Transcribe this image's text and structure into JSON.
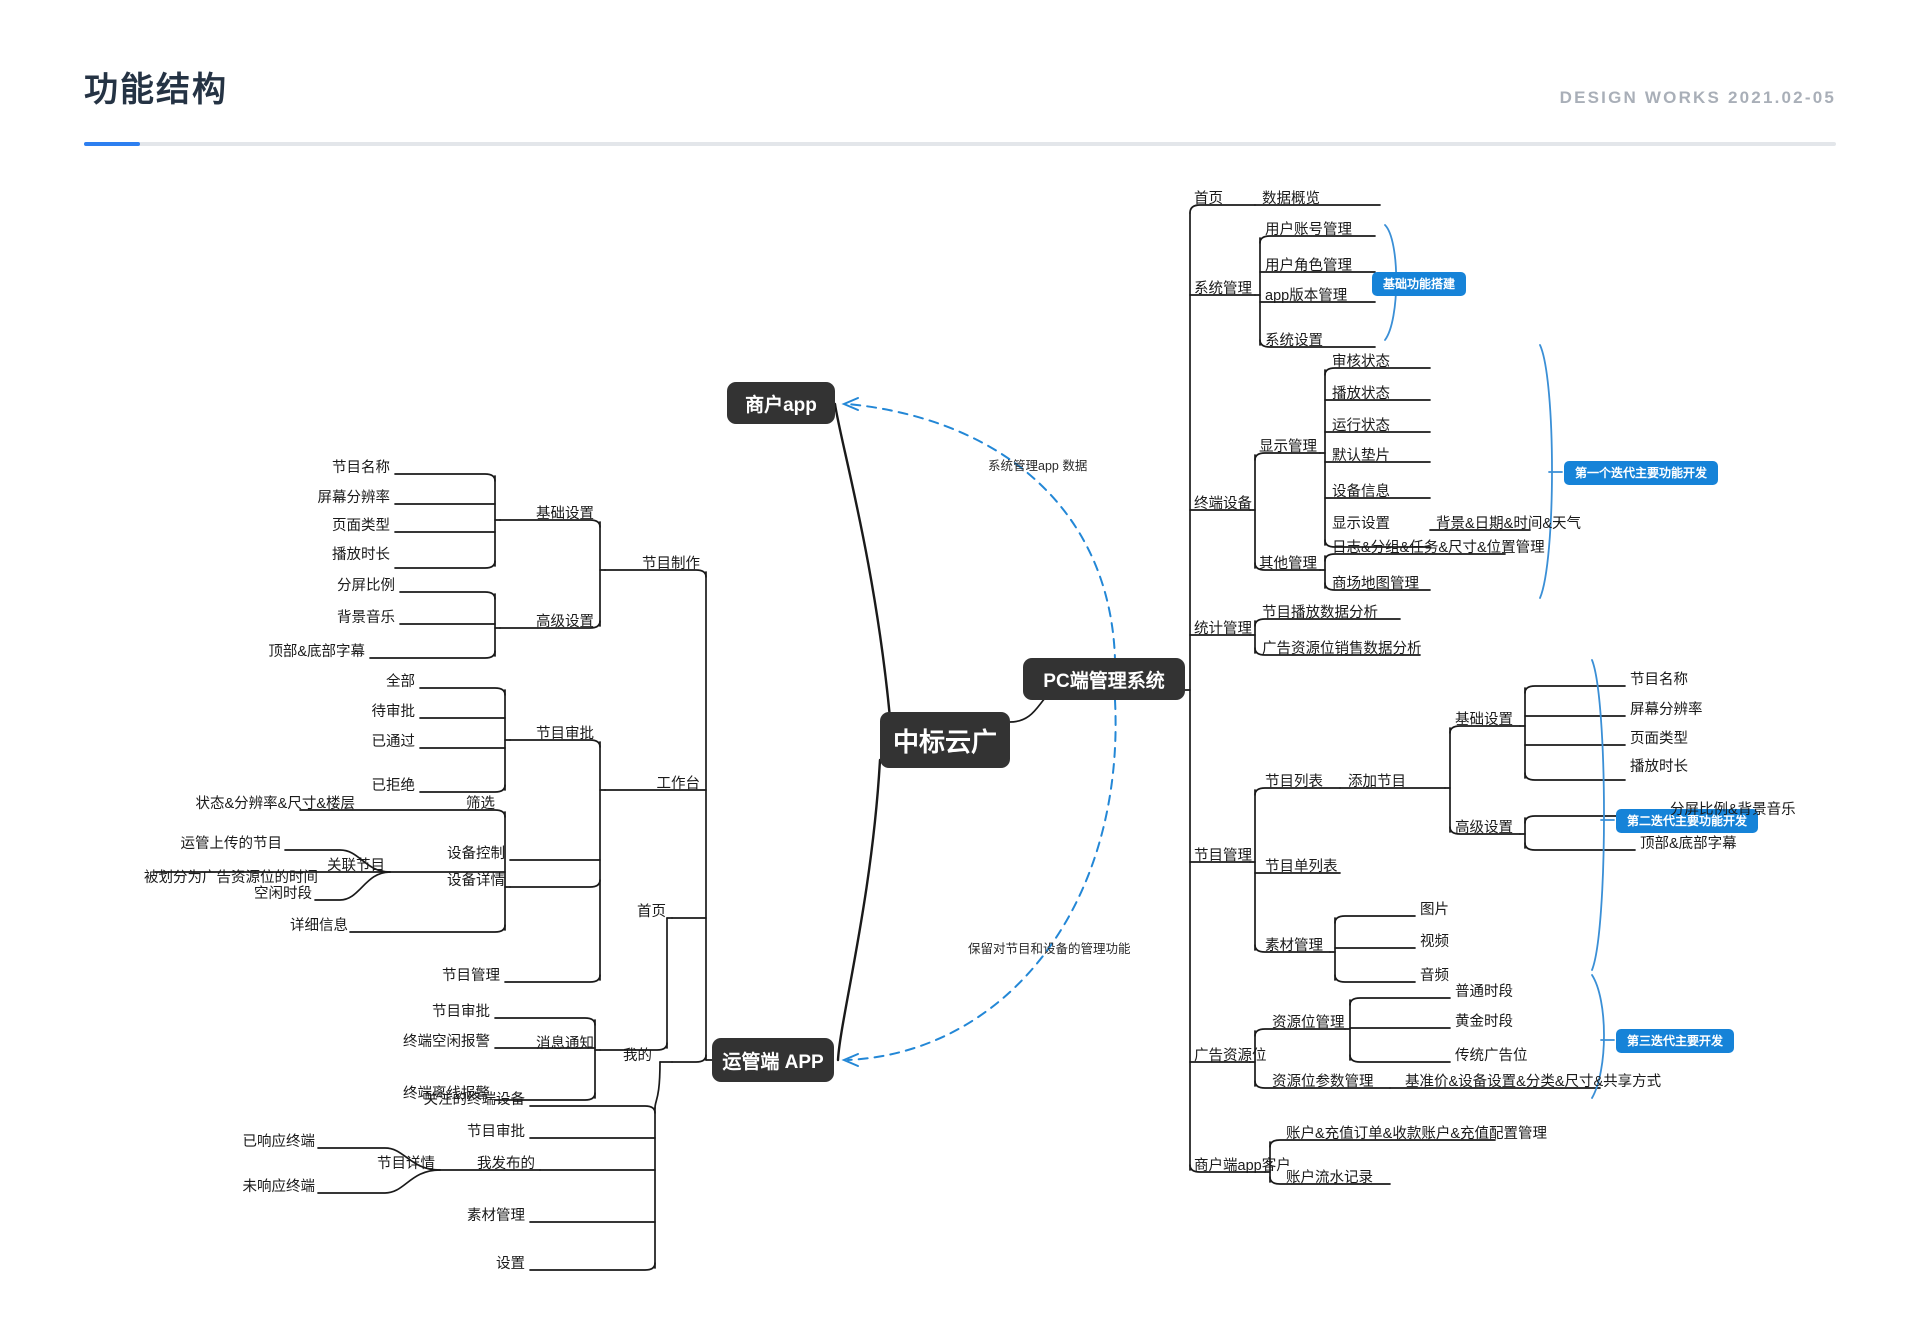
{
  "header": {
    "title": "功能结构",
    "right_label": "DESIGN WORKS 2021.02-05",
    "accent_color": "#2d7ff0",
    "title_color": "#253344"
  },
  "nodes": {
    "root": "中标云广",
    "pc": "PC端管理系统",
    "merchant_app": "商户app",
    "ops_app": "运管端 APP"
  },
  "connector_labels": {
    "top": "系统管理app 数据",
    "bottom": "保留对节目和设备的管理功能"
  },
  "badges": [
    {
      "text": "基础功能搭建"
    },
    {
      "text": "第一个迭代主要功能开发"
    },
    {
      "text": "第二迭代主要功能开发"
    },
    {
      "text": "第三迭代主要开发"
    }
  ],
  "pc_branch": {
    "home": {
      "label": "首页",
      "children": [
        "数据概览"
      ]
    },
    "system": {
      "label": "系统管理",
      "children": [
        "用户账号管理",
        "用户角色管理",
        "app版本管理",
        "系统设置"
      ]
    },
    "terminal": {
      "label": "终端设备",
      "groups": [
        {
          "label": "显示管理",
          "children": [
            "审核状态",
            "播放状态",
            "运行状态",
            "默认垫片",
            "设备信息",
            "显示设置"
          ],
          "detail": "背景&日期&时间&天气"
        },
        {
          "label": "其他管理",
          "children": [
            "日志&分组&任务&尺寸&位置管理",
            "商场地图管理"
          ]
        }
      ]
    },
    "stats": {
      "label": "统计管理",
      "children": [
        "节目播放数据分析",
        "广告资源位销售数据分析"
      ]
    },
    "program": {
      "label": "节目管理",
      "items": [
        {
          "label": "节目列表",
          "sub": "添加节目",
          "groups": [
            {
              "label": "基础设置",
              "children": [
                "节目名称",
                "屏幕分辨率",
                "页面类型",
                "播放时长"
              ]
            },
            {
              "label": "高级设置",
              "children": [
                "分屏比例&背景音乐",
                "顶部&底部字幕"
              ]
            }
          ]
        },
        {
          "label": "节目单列表"
        },
        {
          "label": "素材管理",
          "children": [
            "图片",
            "视频",
            "音频"
          ]
        }
      ]
    },
    "ads": {
      "label": "广告资源位",
      "groups": [
        {
          "label": "资源位管理",
          "children": [
            "普通时段",
            "黄金时段",
            "传统广告位"
          ]
        },
        {
          "label": "资源位参数管理",
          "detail": "基准价&设备设置&分类&尺寸&共享方式"
        }
      ]
    },
    "merchant_client": {
      "label": "商户端app客户",
      "children": [
        "账户&充值订单&收款账户&充值配置管理",
        "账户流水记录"
      ]
    }
  },
  "ops_branch": {
    "program_make": {
      "label": "节目制作",
      "groups": [
        {
          "label": "基础设置",
          "children": [
            "节目名称",
            "屏幕分辨率",
            "页面类型",
            "播放时长"
          ]
        },
        {
          "label": "高级设置",
          "children": [
            "分屏比例",
            "背景音乐",
            "顶部&底部字幕"
          ]
        }
      ]
    },
    "workbench": {
      "label": "工作台",
      "items": [
        {
          "label": "节目审批",
          "children": [
            "全部",
            "待审批",
            "已通过",
            "已拒绝"
          ]
        },
        {
          "label": "设备控制"
        },
        {
          "label": "设备详情",
          "groups": [
            {
              "label": "筛选",
              "detail": "状态&分辨率&尺寸&楼层"
            },
            {
              "label": "关联节目",
              "children": [
                "运管上传的节目",
                "被划分为广告资源位的时间",
                "空闲时段"
              ]
            },
            {
              "label": "详细信息"
            }
          ]
        },
        {
          "label": "节目管理"
        }
      ]
    },
    "home": {
      "label": "首页",
      "items": [
        {
          "label": "消息通知",
          "children": [
            "节目审批",
            "终端空闲报警",
            "终端离线报警"
          ]
        }
      ]
    },
    "mine": {
      "label": "我的",
      "children": [
        "关注的终端设备",
        "节目审批",
        "我发布的",
        "素材管理",
        "设置"
      ],
      "published": {
        "label": "节目详情",
        "children": [
          "已响应终端",
          "未响应终端"
        ]
      }
    }
  }
}
